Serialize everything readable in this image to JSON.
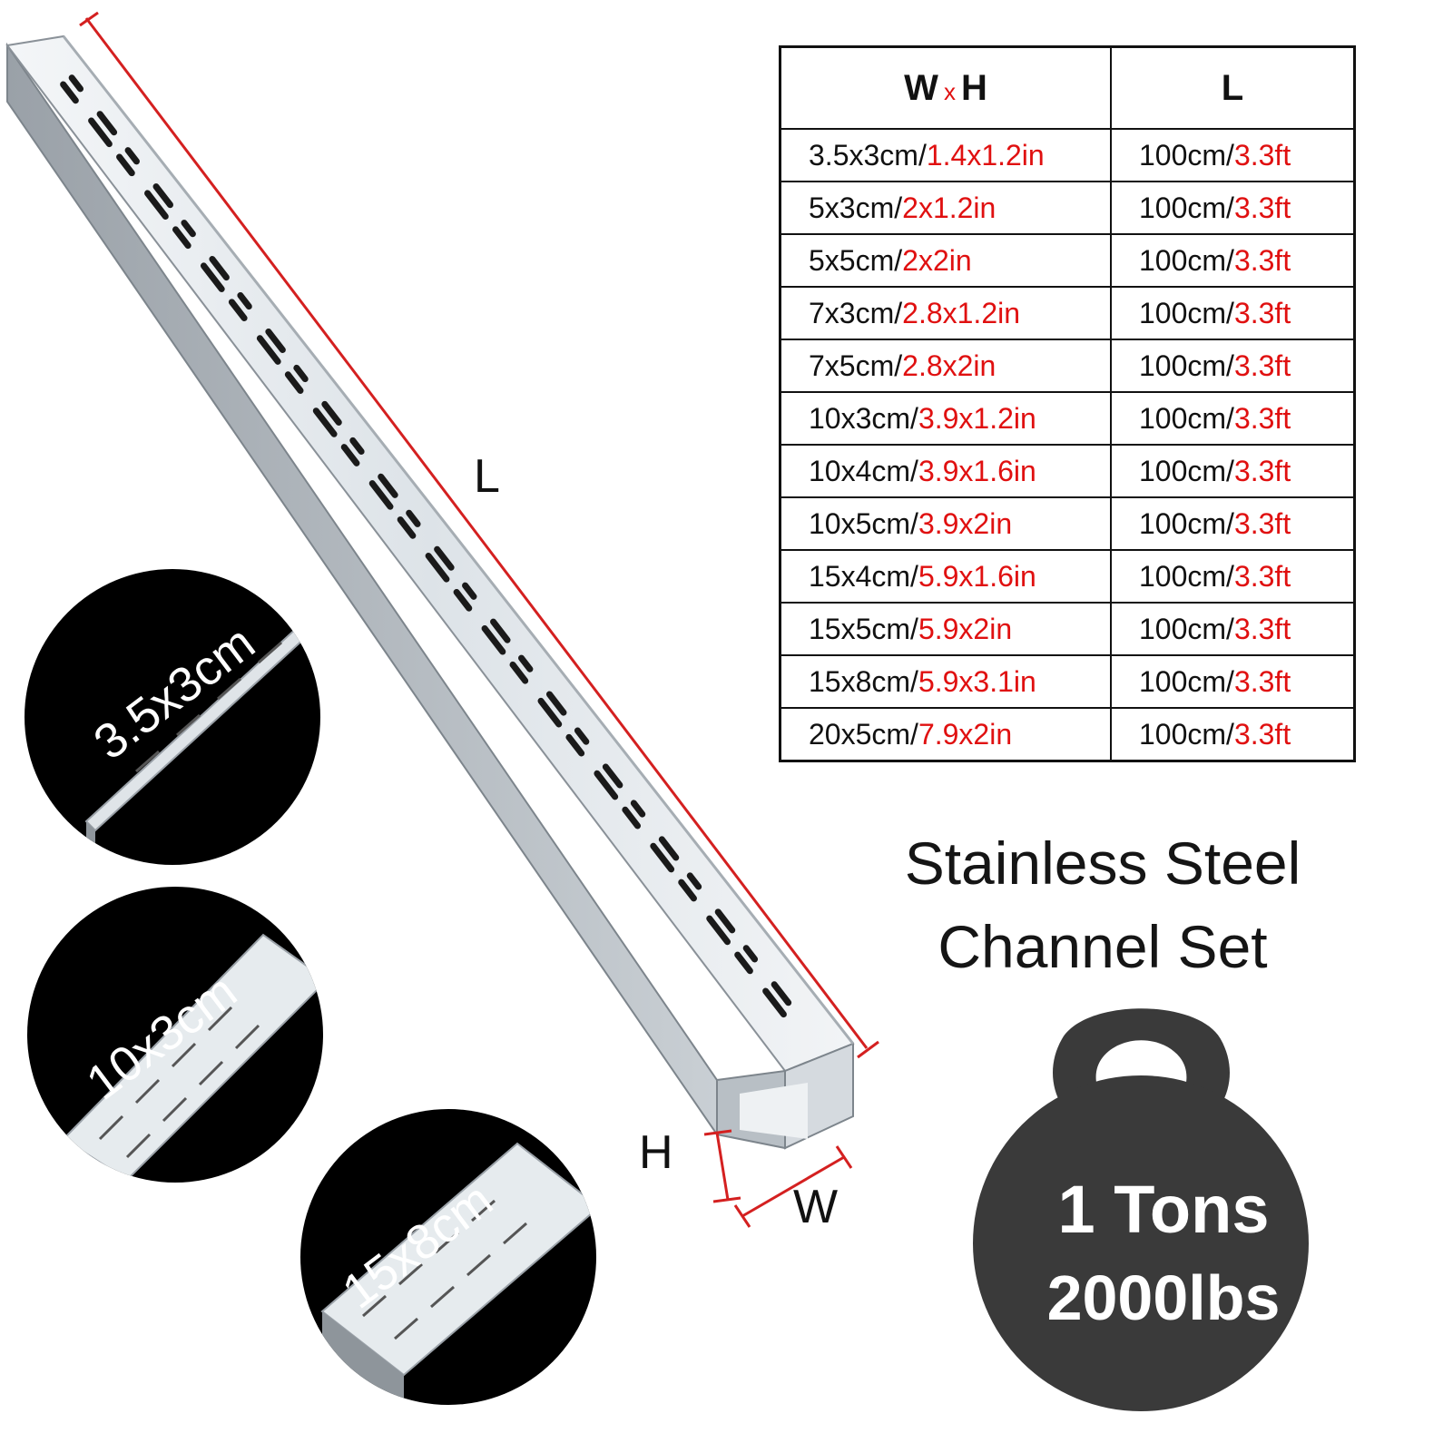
{
  "table": {
    "header": {
      "wh_w": "W",
      "wh_x": "x",
      "wh_h": "H",
      "length": "L"
    },
    "rows": [
      {
        "size_cm": "3.5x3cm/",
        "size_in": "1.4x1.2in",
        "len_cm": "100cm/",
        "len_ft": "3.3ft"
      },
      {
        "size_cm": "5x3cm/",
        "size_in": "2x1.2in",
        "len_cm": "100cm/",
        "len_ft": "3.3ft"
      },
      {
        "size_cm": "5x5cm/",
        "size_in": "2x2in",
        "len_cm": "100cm/",
        "len_ft": "3.3ft"
      },
      {
        "size_cm": "7x3cm/",
        "size_in": "2.8x1.2in",
        "len_cm": "100cm/",
        "len_ft": "3.3ft"
      },
      {
        "size_cm": "7x5cm/",
        "size_in": "2.8x2in",
        "len_cm": "100cm/",
        "len_ft": "3.3ft"
      },
      {
        "size_cm": "10x3cm/",
        "size_in": "3.9x1.2in",
        "len_cm": "100cm/",
        "len_ft": "3.3ft"
      },
      {
        "size_cm": "10x4cm/",
        "size_in": "3.9x1.6in",
        "len_cm": "100cm/",
        "len_ft": "3.3ft"
      },
      {
        "size_cm": "10x5cm/",
        "size_in": "3.9x2in",
        "len_cm": "100cm/",
        "len_ft": "3.3ft"
      },
      {
        "size_cm": "15x4cm/",
        "size_in": "5.9x1.6in",
        "len_cm": "100cm/",
        "len_ft": "3.3ft"
      },
      {
        "size_cm": "15x5cm/",
        "size_in": "5.9x2in",
        "len_cm": "100cm/",
        "len_ft": "3.3ft"
      },
      {
        "size_cm": "15x8cm/",
        "size_in": "5.9x3.1in",
        "len_cm": "100cm/",
        "len_ft": "3.3ft"
      },
      {
        "size_cm": "20x5cm/",
        "size_in": "7.9x2in",
        "len_cm": "100cm/",
        "len_ft": "3.3ft"
      }
    ]
  },
  "title": {
    "line1": "Stainless Steel",
    "line2": "Channel Set"
  },
  "dimensions": {
    "length": "L",
    "height": "H",
    "width": "W"
  },
  "weight": {
    "tons": "1 Tons",
    "lbs": "2000lbs"
  },
  "circles": [
    {
      "label": "3.5x3cm"
    },
    {
      "label": "10x3cm"
    },
    {
      "label": "15x8cm"
    }
  ],
  "colors": {
    "accent_red": "#e01010",
    "badge_gray": "#3a3a3a",
    "circle_black": "#000000",
    "steel": "#e3e8ec"
  },
  "icons": [
    "kettlebell-icon",
    "channel-illustration"
  ]
}
